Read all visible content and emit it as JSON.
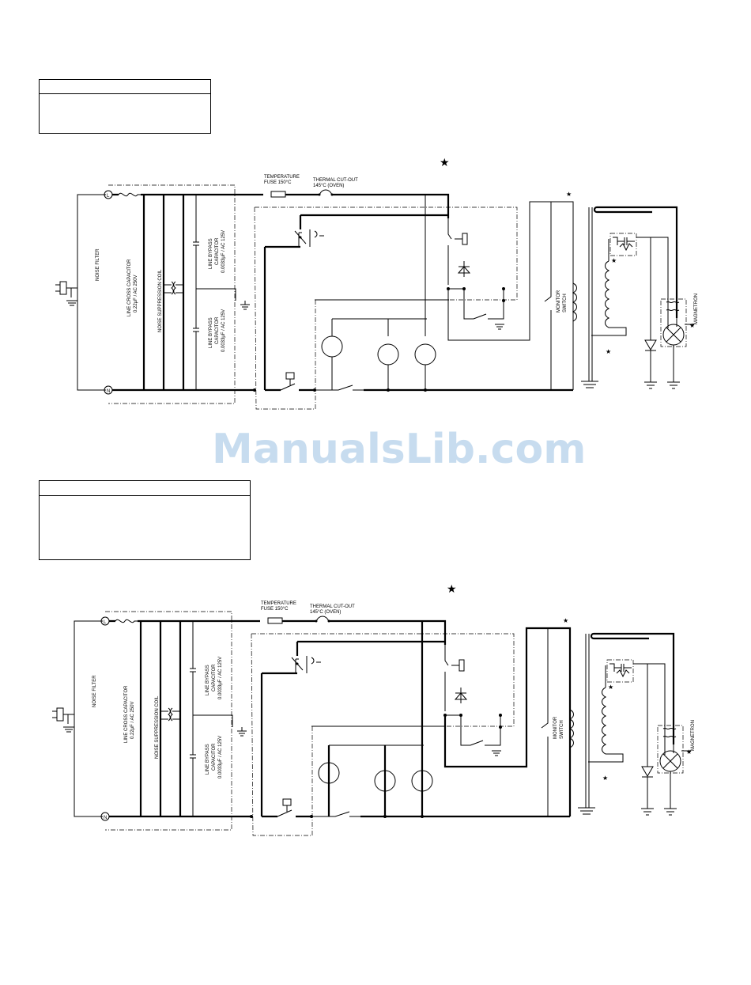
{
  "watermark": "ManualsLib.com",
  "star": "★",
  "diagrams": [
    {
      "fuse_label_1": "TEMPERATURE",
      "fuse_label_2": "FUSE 150°C",
      "cutout_label_1": "THERMAL CUT-OUT",
      "cutout_label_2": "145°C (OVEN)",
      "noise_filter": "NOISE FILTER",
      "line_cross_cap_1": "LINE CROSS CAPACITOR",
      "line_cross_cap_2": "0.22μF / AC 250V",
      "noise_coil": "NOISE SUPPRESSION COIL",
      "bypass_top_1": "LINE BYPASS",
      "bypass_top_2": "CAPACITOR",
      "bypass_top_3": "0.0033μF / AC 125V",
      "bypass_bot_1": "LINE BYPASS",
      "bypass_bot_2": "CAPACITOR",
      "bypass_bot_3": "0.0033μF / AC 125V",
      "monitor_1": "MONITOR",
      "monitor_2": "SWITCH",
      "magnetron": "MAGNETRON",
      "terminal_l": "L",
      "terminal_n": "N"
    },
    {
      "fuse_label_1": "TEMPERATURE",
      "fuse_label_2": "FUSE 150°C",
      "cutout_label_1": "THERMAL CUT-OUT",
      "cutout_label_2": "145°C (OVEN)",
      "noise_filter": "NOISE FILTER",
      "line_cross_cap_1": "LINE CROSS CAPACITOR",
      "line_cross_cap_2": "0.22μF / AC 250V",
      "noise_coil": "NOISE SUPPRESSION COIL",
      "bypass_top_1": "LINE BYPASS",
      "bypass_top_2": "CAPACITOR",
      "bypass_top_3": "0.0033μF / AC 125V",
      "bypass_bot_1": "LINE BYPASS",
      "bypass_bot_2": "CAPACITOR",
      "bypass_bot_3": "0.0033μF / AC 125V",
      "monitor_1": "MONITOR",
      "monitor_2": "SWITCH",
      "magnetron": "MAGNETRON",
      "terminal_l": "L",
      "terminal_n": "N"
    }
  ]
}
